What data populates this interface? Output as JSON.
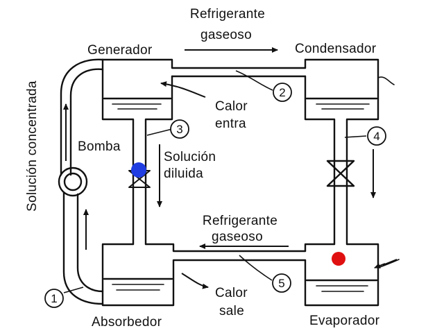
{
  "labels": {
    "top_refrigerant_1": "Refrigerante",
    "top_refrigerant_2": "gaseoso",
    "generator": "Generador",
    "condenser": "Condensador",
    "heat_in_1": "Calor",
    "heat_in_2": "entra",
    "pump": "Bomba",
    "diluted_1": "Solución",
    "diluted_2": "diluida",
    "concentrated": "Solución concentrada",
    "bottom_refrigerant_1": "Refrigerante",
    "bottom_refrigerant_2": "gaseoso",
    "heat_out_1": "Calor",
    "heat_out_2": "sale",
    "absorber": "Absorbedor",
    "evaporator": "Evaporador"
  },
  "callouts": {
    "c1": "1",
    "c2": "2",
    "c3": "3",
    "c4": "4",
    "c5": "5"
  },
  "markers": {
    "valve_marker_color": "#1f3de0",
    "evaporator_marker_color": "#e01010"
  }
}
